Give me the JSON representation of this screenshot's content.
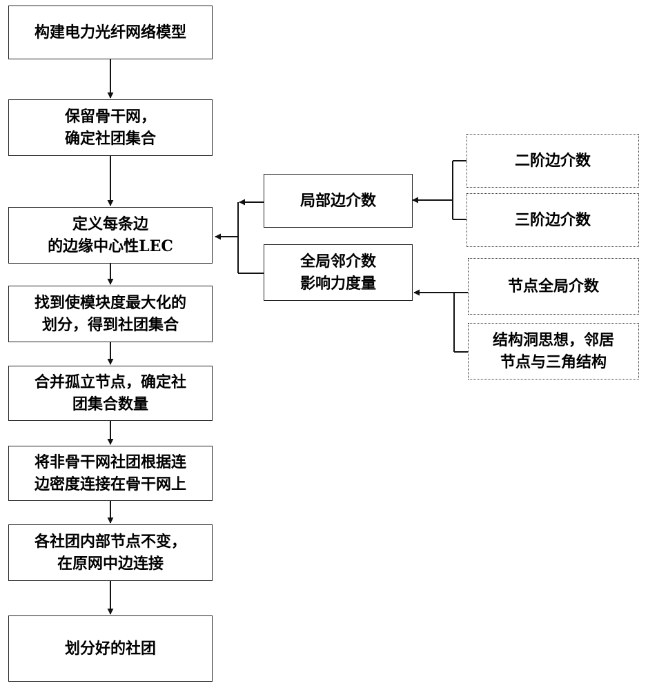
{
  "main_steps": [
    "构建电力光纤网络模型",
    "保留骨干网，\n确定社团集合",
    "定义每条边\n的边缘中心性LEC",
    "找到使模块度最大化的\n划分，得到社团集合",
    "合并孤立节点，确定社\n团集合数量",
    "将非骨干网社团根据连\n边密度连接在骨干网上",
    "各社团内部节点不变，\n在原网中边连接",
    "划分好的社团"
  ],
  "middle": {
    "local_betweenness": "局部边介数",
    "global_neighbor": "全局邻介数\n影响力度量"
  },
  "right": {
    "second_order": "二阶边介数",
    "third_order": "三阶边介数",
    "node_global": "节点全局介数",
    "structural_hole": "结构洞思想，邻居\n节点与三角结构"
  }
}
